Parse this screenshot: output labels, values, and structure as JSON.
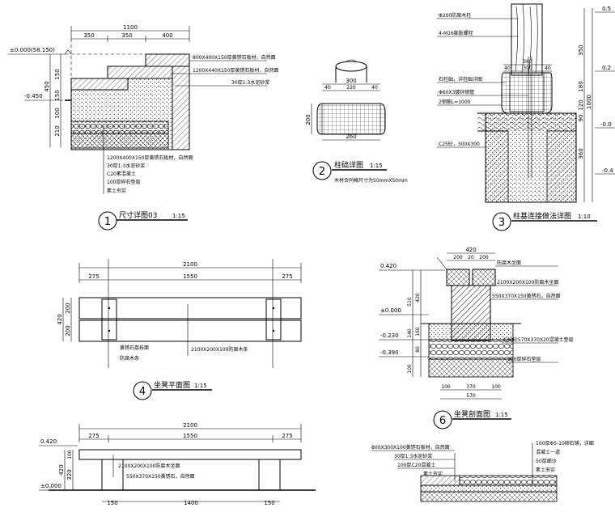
{
  "d1": {
    "dims_top": [
      "1100",
      "350",
      "350",
      "400"
    ],
    "elev": [
      "±0.000(58.150)",
      "-0.450"
    ],
    "dims_left": [
      "450",
      "150",
      "150",
      "100",
      "210"
    ],
    "notes_right": [
      "800X400X150厚黄锈石板材，自然面",
      "1200X440X150厚黄锈石板材，自然面",
      "30厚1:3水泥砂浆"
    ],
    "notes_bottom": [
      "1200X400X150厚黄锈石板材，自然面",
      "30厚1:3水泥砂浆",
      "C20素混凝土",
      "100厚碎石垫层",
      "素土夯实"
    ],
    "num": "1",
    "title": "尺寸详图03",
    "scale": "1:15"
  },
  "d2": {
    "dims": [
      "300",
      "40",
      "220",
      "40",
      "260"
    ],
    "height": "200",
    "num": "2",
    "title": "柱础详图",
    "scale": "1:15",
    "note": "木材合同格尺寸为50mmX50mm"
  },
  "d3": {
    "notes": [
      "Φ200防腐木柱",
      "4-M16膨胀螺栓",
      "石柱础，详柱础详图",
      "Φ60X3镀锌钢管",
      "2钢筋L=1000",
      "C25砼，300X300"
    ],
    "dims_top": [
      "360",
      "40",
      "300",
      "40"
    ],
    "dims_side": [
      "350",
      "180",
      "120",
      "1000",
      "90",
      "360"
    ],
    "elev": [
      "0.5",
      "0.2",
      "-0.0",
      "-0.4"
    ],
    "num": "3",
    "title": "柱基连接做法详图",
    "scale": "1:10"
  },
  "d4": {
    "dims": [
      "2100",
      "275",
      "1550",
      "275"
    ],
    "dims_left": [
      "420",
      "200",
      "200"
    ],
    "labels": [
      "黄锈石荔枝面",
      "防腐木条",
      "2100X200X100防腐木条"
    ],
    "num": "4",
    "title": "坐凳平面图",
    "scale": "1:15"
  },
  "d5": {
    "dims_top": [
      "2100",
      "275",
      "1550",
      "275"
    ],
    "dims_bottom": [
      "150",
      "1400",
      "150"
    ],
    "elev": [
      "0.420",
      "±0.000"
    ],
    "dims_left": [
      "100",
      "420",
      "320"
    ],
    "labels": [
      "2100X200X100防腐木坐面",
      "550X370X150黄锈石，自然面"
    ]
  },
  "d6": {
    "dims_top": [
      "420",
      "200",
      "20",
      "200"
    ],
    "elev": [
      "0.420",
      "±0.000",
      "-0.230",
      "-0.390"
    ],
    "dims_left": [
      "510",
      "420",
      "140",
      "160",
      "80",
      "100"
    ],
    "dims_bottom": [
      "100",
      "370",
      "100",
      "570"
    ],
    "notes": [
      "防腐木坐面",
      "2100X200X100防腐木坐面",
      "550X370X150黄锈石，自然面",
      "C30砼570X370X20混凝土垫层",
      "100厚碎石垫层"
    ],
    "num": "6",
    "title": "坐凳剖面图",
    "scale": "1:15"
  },
  "d7": {
    "notes_left": [
      "800X300X100黄锈石板材，自然面",
      "30厚1:3水泥砂浆",
      "100厚C20混凝土",
      "素土夯实"
    ],
    "notes_right": [
      "100厚Φ5-10卵石铺，详细",
      "混凝土一道",
      "50厚细沙",
      "素土夯实"
    ]
  }
}
